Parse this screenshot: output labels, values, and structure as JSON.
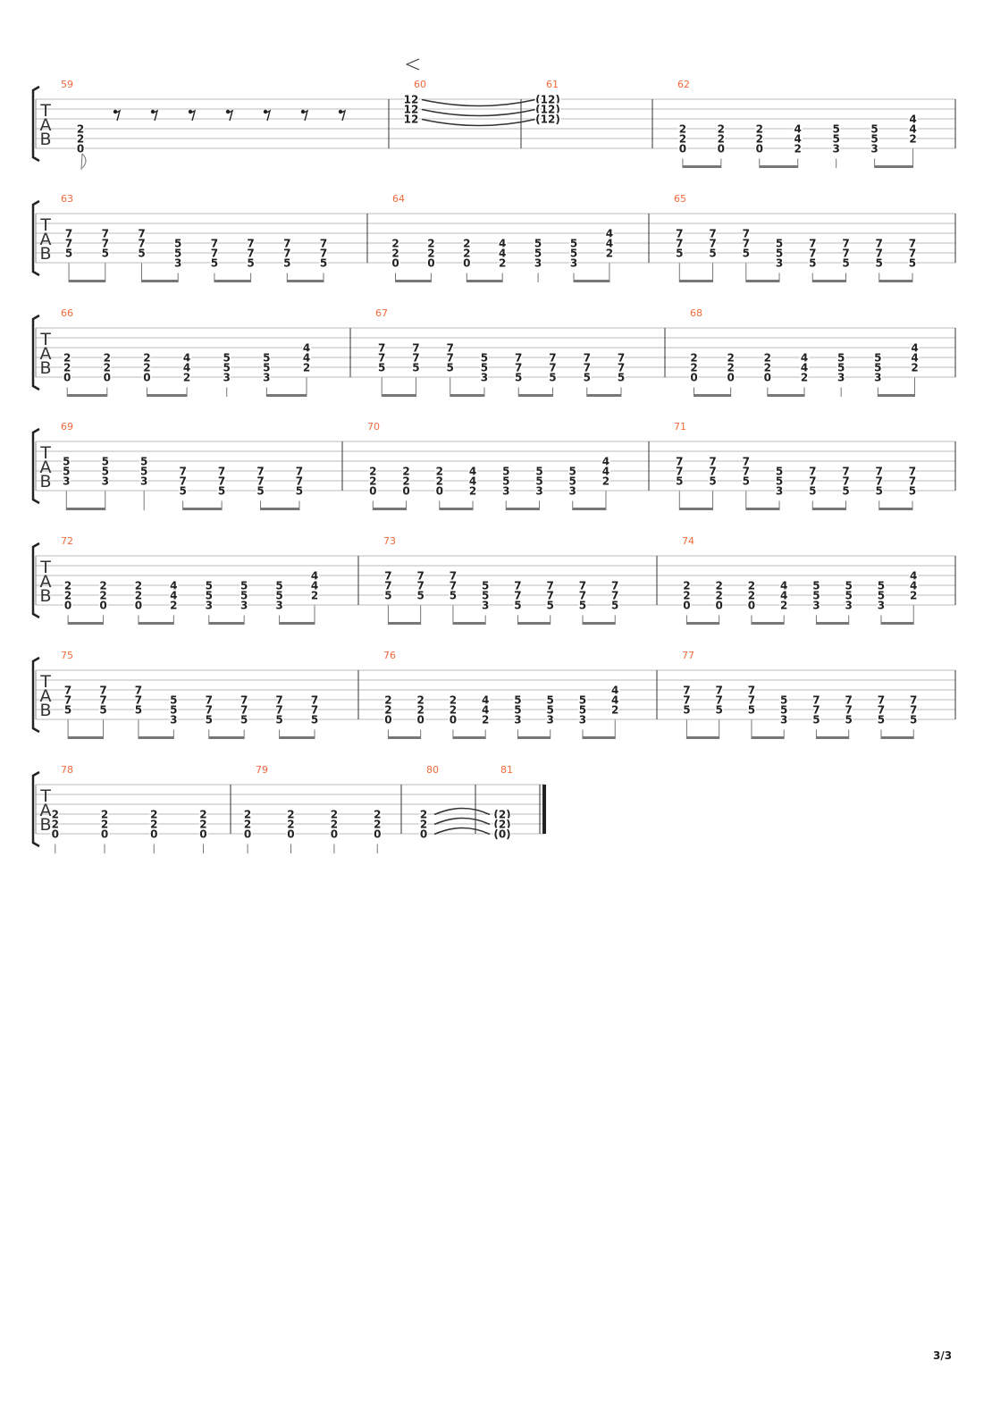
{
  "page_number": "3/3",
  "clef_letters": [
    "T",
    "A",
    "B"
  ],
  "dynamics": {
    "measure": 60,
    "symbol": "crescendo"
  },
  "colors": {
    "measure_number": "#f26a3c",
    "staff_line": "#bbbbbb",
    "beam": "#777777"
  },
  "patterns": {
    "A": {
      "chords": [
        {
          "s": 3,
          "f": [
            "7",
            "7",
            "5"
          ]
        },
        {
          "s": 3,
          "f": [
            "7",
            "7",
            "5"
          ]
        },
        {
          "s": 3,
          "f": [
            "7",
            "7",
            "5"
          ]
        },
        {
          "s": 4,
          "f": [
            "5",
            "5",
            "3"
          ]
        },
        {
          "s": 4,
          "f": [
            "7",
            "7",
            "5"
          ]
        },
        {
          "s": 4,
          "f": [
            "7",
            "7",
            "5"
          ]
        },
        {
          "s": 4,
          "f": [
            "7",
            "7",
            "5"
          ]
        },
        {
          "s": 4,
          "f": [
            "7",
            "7",
            "5"
          ]
        }
      ],
      "beams": [
        [
          0,
          1
        ],
        [
          2,
          3
        ],
        [
          4,
          5
        ],
        [
          6,
          7
        ]
      ]
    },
    "B": {
      "chords": [
        {
          "s": 4,
          "f": [
            "2",
            "2",
            "0"
          ]
        },
        {
          "s": 4,
          "f": [
            "2",
            "2",
            "0"
          ]
        },
        {
          "s": 4,
          "f": [
            "2",
            "2",
            "0"
          ]
        },
        {
          "s": 4,
          "f": [
            "4",
            "4",
            "2"
          ]
        },
        {
          "s": 4,
          "f": [
            "5",
            "5",
            "3"
          ]
        },
        {
          "s": 4,
          "f": [
            "5",
            "5",
            "3"
          ]
        },
        {
          "s": 3,
          "f": [
            "4",
            "4",
            "2"
          ]
        }
      ],
      "beams": [
        [
          0,
          1
        ],
        [
          2,
          3
        ],
        [
          4
        ],
        [
          5,
          6
        ]
      ]
    },
    "C": {
      "chords": [
        {
          "s": 4,
          "f": [
            "2",
            "2",
            "0"
          ]
        },
        {
          "s": 4,
          "f": [
            "2",
            "2",
            "0"
          ]
        },
        {
          "s": 4,
          "f": [
            "2",
            "2",
            "0"
          ]
        },
        {
          "s": 4,
          "f": [
            "4",
            "4",
            "2"
          ]
        },
        {
          "s": 4,
          "f": [
            "5",
            "5",
            "3"
          ]
        },
        {
          "s": 4,
          "f": [
            "5",
            "5",
            "3"
          ]
        },
        {
          "s": 4,
          "f": [
            "5",
            "5",
            "3"
          ]
        },
        {
          "s": 3,
          "f": [
            "4",
            "4",
            "2"
          ]
        }
      ],
      "beams": [
        [
          0,
          1
        ],
        [
          2,
          3
        ],
        [
          4,
          5
        ],
        [
          6,
          7
        ]
      ]
    },
    "D": {
      "chords": [
        {
          "s": 3,
          "f": [
            "5",
            "5",
            "3"
          ]
        },
        {
          "s": 3,
          "f": [
            "5",
            "5",
            "3"
          ]
        },
        {
          "s": 3,
          "f": [
            "5",
            "5",
            "3"
          ]
        },
        {
          "s": 4,
          "f": [
            "7",
            "7",
            "5"
          ]
        },
        {
          "s": 4,
          "f": [
            "7",
            "7",
            "5"
          ]
        },
        {
          "s": 4,
          "f": [
            "7",
            "7",
            "5"
          ]
        },
        {
          "s": 4,
          "f": [
            "7",
            "7",
            "5"
          ]
        }
      ],
      "beams": [
        [
          0,
          1
        ],
        [
          2
        ],
        [
          3,
          4
        ],
        [
          5,
          6
        ]
      ]
    },
    "E": {
      "chords": [
        {
          "s": 4,
          "f": [
            "2",
            "2",
            "0"
          ]
        },
        {
          "s": 4,
          "f": [
            "2",
            "2",
            "0"
          ]
        },
        {
          "s": 4,
          "f": [
            "2",
            "2",
            "0"
          ]
        },
        {
          "s": 4,
          "f": [
            "2",
            "2",
            "0"
          ]
        }
      ],
      "beams": [
        [
          0
        ],
        [
          1
        ],
        [
          2
        ],
        [
          3
        ]
      ]
    }
  },
  "systems": [
    {
      "measures": [
        {
          "number": "59",
          "special": "m59",
          "chords": [
            {
              "s": 4,
              "f": [
                "2",
                "2",
                "0"
              ]
            }
          ],
          "rests": 7
        },
        {
          "number": "60",
          "special": "tie-start",
          "chords": [
            {
              "s": 1,
              "f": [
                "12",
                "12",
                "12"
              ]
            }
          ]
        },
        {
          "number": "61",
          "special": "tie-end",
          "chords": [
            {
              "s": 1,
              "f": [
                "(12)",
                "(12)",
                "(12)"
              ]
            }
          ]
        },
        {
          "number": "62",
          "pattern": "B"
        }
      ]
    },
    {
      "measures": [
        {
          "number": "63",
          "pattern": "A"
        },
        {
          "number": "64",
          "pattern": "B"
        },
        {
          "number": "65",
          "pattern": "A"
        }
      ]
    },
    {
      "measures": [
        {
          "number": "66",
          "pattern": "B"
        },
        {
          "number": "67",
          "pattern": "A"
        },
        {
          "number": "68",
          "pattern": "B"
        }
      ]
    },
    {
      "measures": [
        {
          "number": "69",
          "pattern": "D"
        },
        {
          "number": "70",
          "pattern": "C"
        },
        {
          "number": "71",
          "pattern": "A"
        }
      ]
    },
    {
      "measures": [
        {
          "number": "72",
          "pattern": "C"
        },
        {
          "number": "73",
          "pattern": "A"
        },
        {
          "number": "74",
          "pattern": "C"
        }
      ]
    },
    {
      "measures": [
        {
          "number": "75",
          "pattern": "A"
        },
        {
          "number": "76",
          "pattern": "C"
        },
        {
          "number": "77",
          "pattern": "A"
        }
      ]
    },
    {
      "measures": [
        {
          "number": "78",
          "pattern": "E"
        },
        {
          "number": "79",
          "pattern": "E"
        },
        {
          "number": "80",
          "special": "tie-start",
          "chords": [
            {
              "s": 4,
              "f": [
                "2",
                "2",
                "0"
              ]
            }
          ]
        },
        {
          "number": "81",
          "special": "tie-end",
          "final": true,
          "chords": [
            {
              "s": 4,
              "f": [
                "(2)",
                "(2)",
                "(0)"
              ]
            }
          ]
        }
      ]
    }
  ]
}
